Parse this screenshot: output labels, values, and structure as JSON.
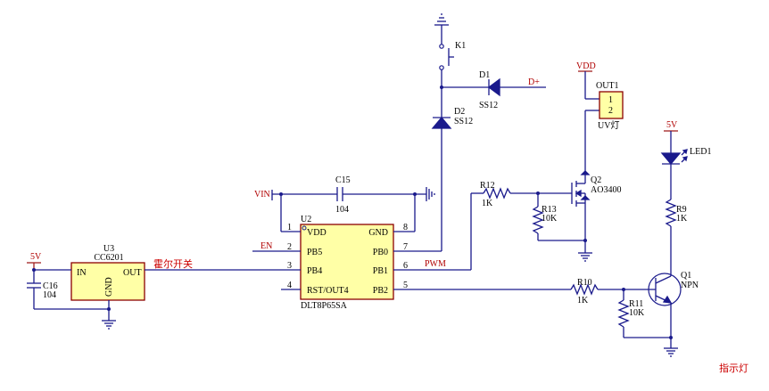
{
  "u3": {
    "ref": "U3",
    "part": "CC6201",
    "pin_in": "IN",
    "pin_out": "OUT",
    "pin_gnd": "GND"
  },
  "c16": {
    "ref": "C16",
    "value": "104"
  },
  "net_5v_left": "5V",
  "net_hall": "霍尔开关",
  "u2": {
    "ref": "U2",
    "part": "DLT8P65SA",
    "pin_vdd": "VDD",
    "pin_pb5": "PB5",
    "pin_pb4": "PB4",
    "pin_rst": "RST/OUT4",
    "pin_gnd": "GND",
    "pin_pb0": "PB0",
    "pin_pb1": "PB1",
    "pin_pb2": "PB2",
    "n1": "1",
    "n2": "2",
    "n3": "3",
    "n4": "4",
    "n5": "5",
    "n6": "6",
    "n7": "7",
    "n8": "8"
  },
  "net_vin": "VIN",
  "net_en": "EN",
  "net_pwm": "PWM",
  "c15": {
    "ref": "C15",
    "value": "104"
  },
  "k1": {
    "ref": "K1"
  },
  "d1": {
    "ref": "D1",
    "part": "SS12"
  },
  "d2": {
    "ref": "D2",
    "part": "SS12"
  },
  "net_dplus": "D+",
  "net_vdd": "VDD",
  "out1": {
    "ref": "OUT1",
    "label": "UV灯",
    "p1": "1",
    "p2": "2"
  },
  "q2": {
    "ref": "Q2",
    "part": "AO3400"
  },
  "r12": {
    "ref": "R12",
    "value": "1K"
  },
  "r13": {
    "ref": "R13",
    "value": "10K"
  },
  "net_5v_right": "5V",
  "led1": {
    "ref": "LED1"
  },
  "r9": {
    "ref": "R9",
    "value": "1K"
  },
  "q1": {
    "ref": "Q1",
    "part": "NPN"
  },
  "r10": {
    "ref": "R10",
    "value": "1K"
  },
  "r11": {
    "ref": "R11",
    "value": "10K"
  },
  "note_indicator": "指示灯"
}
